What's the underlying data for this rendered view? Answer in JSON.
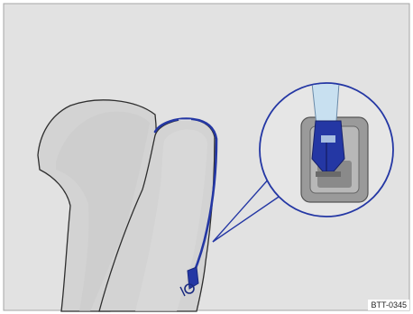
{
  "figure": {
    "code": "BTT-0345",
    "colors": {
      "background": "#e2e2e2",
      "border": "#a5a5a5",
      "seat": "#d3d3d3",
      "seat_outline": "#2e2e2e",
      "tether_blue": "#2437a4",
      "strap_light": "#c8e0f0",
      "buckle_frame": "#9a9a9a",
      "inset_fill": "#e6e6e6"
    },
    "icons": [
      "rear-seat-backrest",
      "top-tether-strap",
      "tether-hook-icon",
      "magnifier-inset",
      "anchor-buckle-icon"
    ]
  }
}
